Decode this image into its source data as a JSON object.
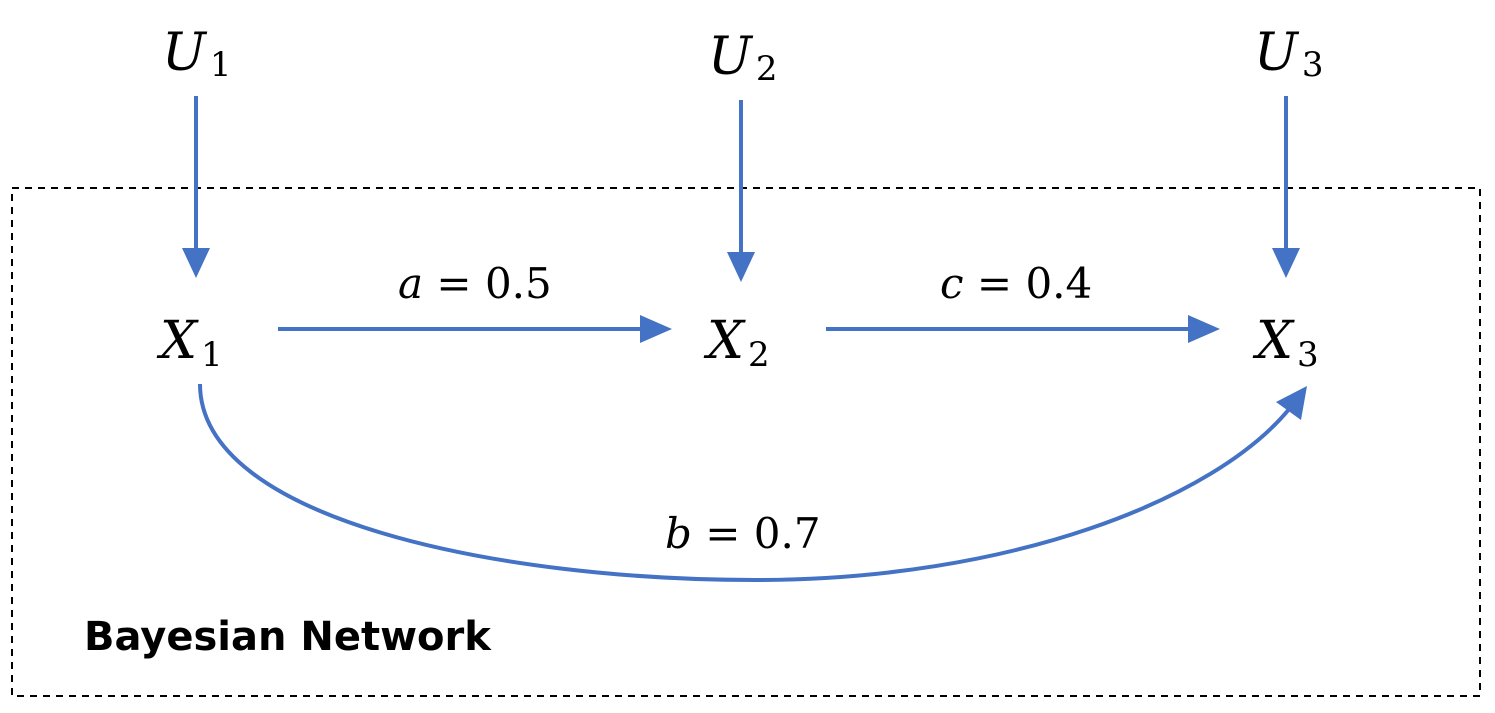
{
  "boundary": {
    "label": "Bayesian Network"
  },
  "colors": {
    "edge": "#4472c4",
    "text": "#000000",
    "boundary": "#000000"
  },
  "nodes": {
    "u1": {
      "var": "U",
      "sub": "1"
    },
    "u2": {
      "var": "U",
      "sub": "2"
    },
    "u3": {
      "var": "U",
      "sub": "3"
    },
    "x1": {
      "var": "X",
      "sub": "1"
    },
    "x2": {
      "var": "X",
      "sub": "2"
    },
    "x3": {
      "var": "X",
      "sub": "3"
    }
  },
  "edges": {
    "x1_x2": {
      "symbol": "a",
      "op": " = ",
      "value": "0.5"
    },
    "x2_x3": {
      "symbol": "c",
      "op": " = ",
      "value": "0.4"
    },
    "x1_x3": {
      "symbol": "b",
      "op": " = ",
      "value": "0.7"
    }
  }
}
